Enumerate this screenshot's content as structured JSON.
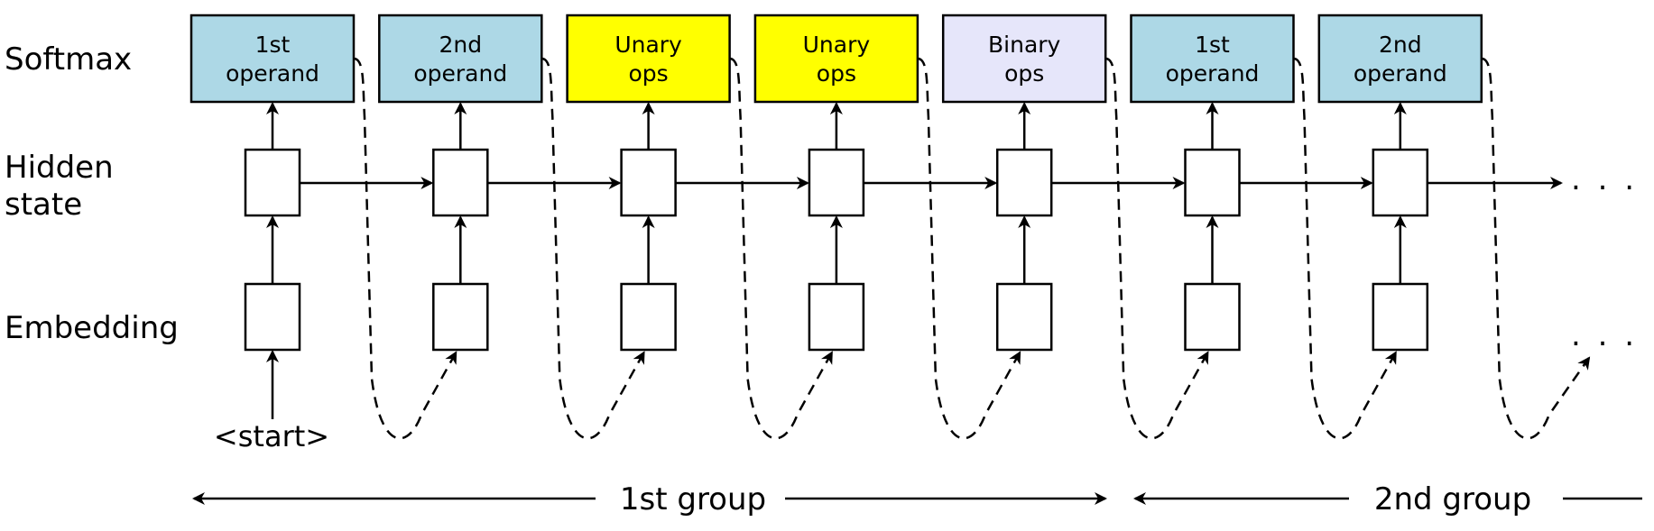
{
  "row_labels": {
    "softmax": "Softmax",
    "hidden_line1": "Hidden",
    "hidden_line2": "state",
    "embedding": "Embedding"
  },
  "steps": [
    {
      "line1": "1st",
      "line2": "operand",
      "color": "#add8e6"
    },
    {
      "line1": "2nd",
      "line2": "operand",
      "color": "#add8e6"
    },
    {
      "line1": "Unary",
      "line2": "ops",
      "color": "#ffff00"
    },
    {
      "line1": "Unary",
      "line2": "ops",
      "color": "#ffff00"
    },
    {
      "line1": "Binary",
      "line2": "ops",
      "color": "#e6e6fa"
    },
    {
      "line1": "1st",
      "line2": "operand",
      "color": "#add8e6"
    },
    {
      "line1": "2nd",
      "line2": "operand",
      "color": "#add8e6"
    }
  ],
  "start_token": "<start>",
  "continuation": ". . .",
  "groups": [
    {
      "label": "1st group"
    },
    {
      "label": "2nd group"
    }
  ]
}
